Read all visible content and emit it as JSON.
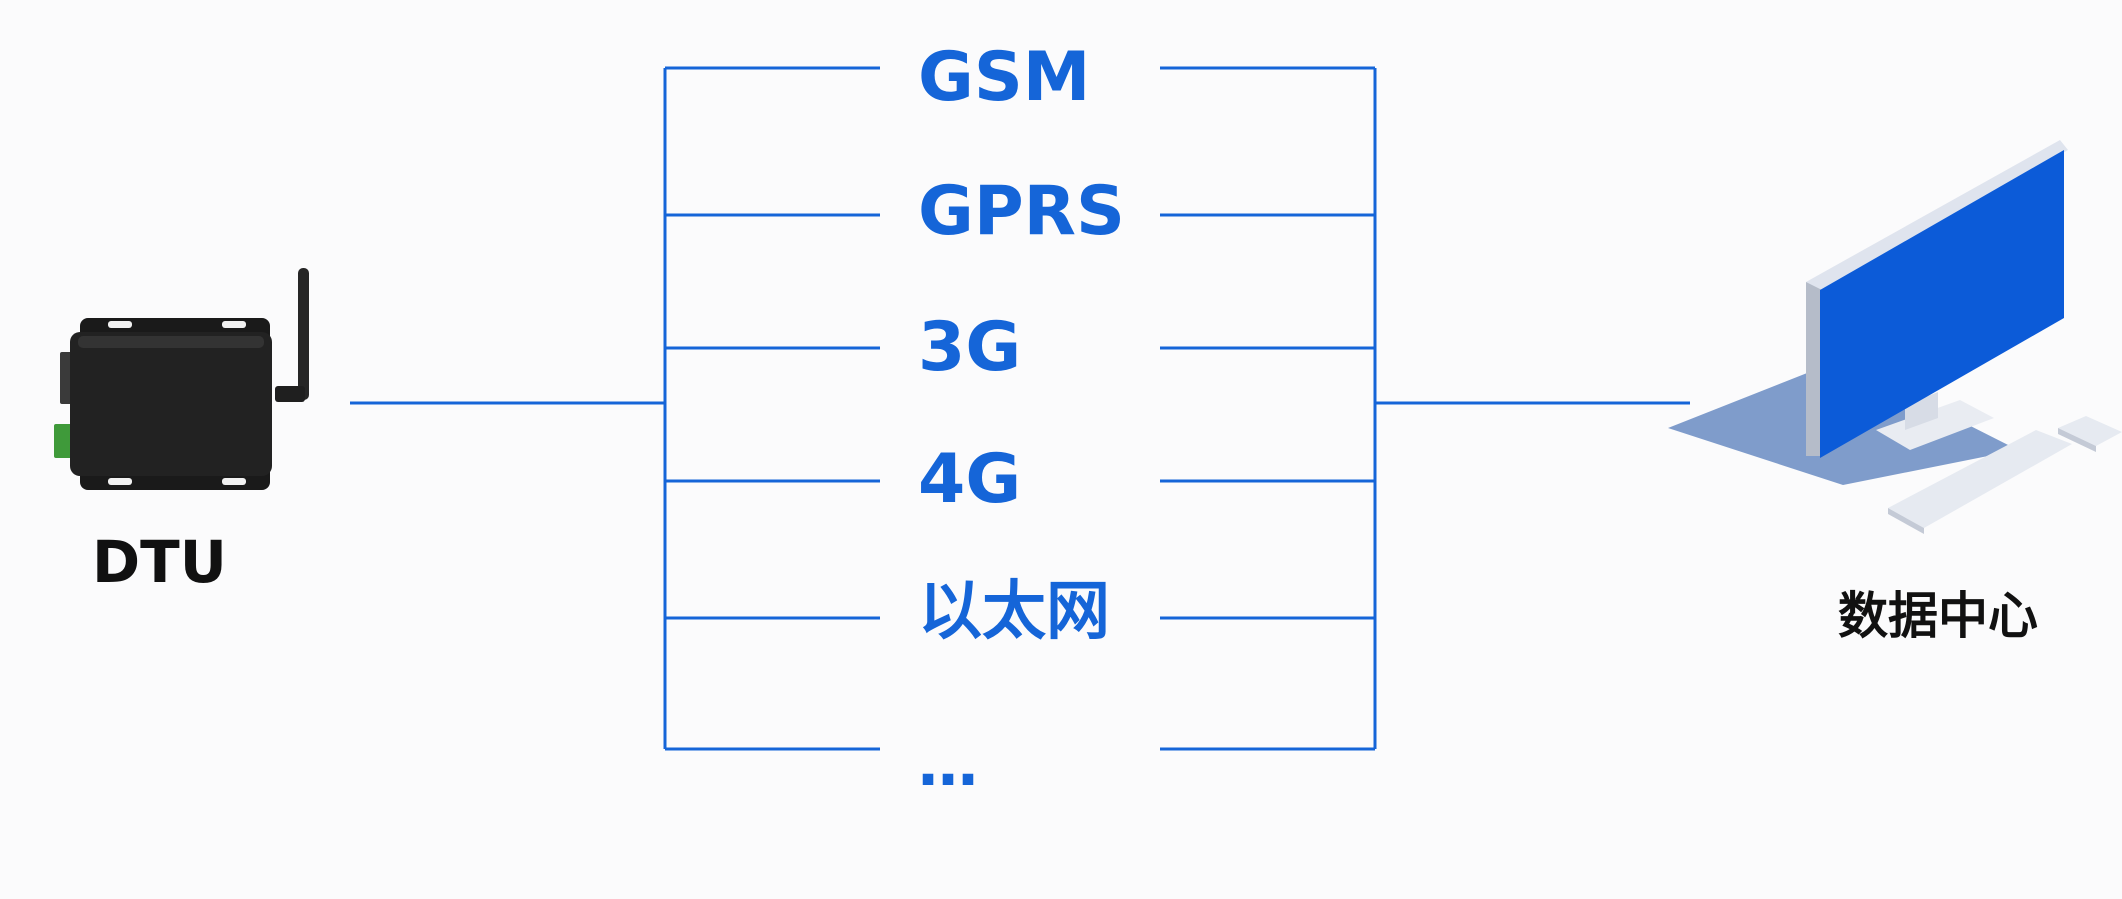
{
  "colors": {
    "accent": "#1565d8",
    "text": "#111111",
    "background": "#fbfbfc"
  },
  "device": {
    "label": "DTU",
    "icon": "dtu-device-icon"
  },
  "center": {
    "label": "数据中心",
    "icon": "computer-monitor-icon"
  },
  "protocols": [
    "GSM",
    "GPRS",
    "3G",
    "4G",
    "以太网",
    "…"
  ]
}
